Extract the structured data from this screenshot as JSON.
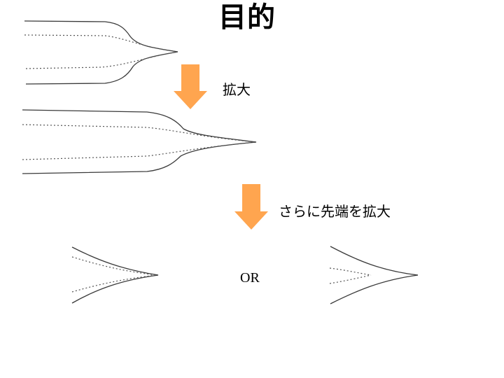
{
  "title": "目的",
  "steps": {
    "zoom_label": "拡大",
    "zoom_tip_label": "さらに先端を拡大"
  },
  "comparison": {
    "or_label": "OR"
  },
  "colors": {
    "arrow": "#FFA54F",
    "line": "#3a3a3a"
  },
  "icons": [
    "down-arrow-icon",
    "down-arrow-icon"
  ]
}
